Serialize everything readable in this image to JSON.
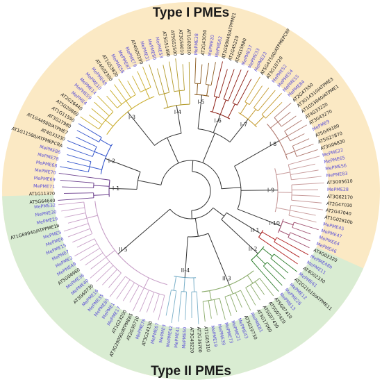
{
  "titles": {
    "top": "Type I PMEs",
    "bottom": "Type II PMEs"
  },
  "colors": {
    "type1_bg": "#fbe9c4",
    "type2_bg": "#d9ecd2",
    "at_label": "#1a1a1a",
    "me_label": "#5b4fd6"
  },
  "clades": [
    {
      "id": "I-1",
      "label": "I-1",
      "color": "#6a3d8c",
      "leaves": [
        "AT5G64640",
        "AT1G11370",
        "MePME71",
        "MePME69",
        "MePME70"
      ]
    },
    {
      "id": "I-2",
      "label": "I-2",
      "color": "#3355cc",
      "leaves": [
        "MePME68",
        "MePME78",
        "MePME86",
        "AT1G11580/ATPMEPCRA",
        "AT4G33230",
        "AT1G44980/ATPME7",
        "AT3G27980",
        "AT1G11590"
      ]
    },
    {
      "id": "I-3",
      "label": "I-3",
      "color": "#c9ac2a",
      "leaves": [
        "AT5G20860",
        "AT2G26440",
        "MePME4",
        "MePME59",
        "MePME14",
        "MePME10",
        "MePME48",
        "AT4G02300",
        "AT1G53830",
        "MePME58",
        "MePME87",
        "MePME79",
        "AT4G00190"
      ]
    },
    {
      "id": "I-4",
      "label": "I-4",
      "color": "#b39a2a",
      "leaves": [
        "MePME31",
        "MePME80",
        "MePME53",
        "AT5G51490",
        "AT5G51500",
        "AT3G59010",
        "AT1G02810"
      ]
    },
    {
      "id": "I-5",
      "label": "I-5",
      "color": "#8a5a1e",
      "leaves": [
        "MePME38",
        "AT2G43050",
        "MePME20",
        "MePME62"
      ]
    },
    {
      "id": "I-6",
      "label": "I-6",
      "color": "#8b1a10",
      "leaves": [
        "AT1G69940/ATPPME1",
        "AT2G45220",
        "AT4G15980",
        "MePME37",
        "MePME33",
        "MePME23"
      ]
    },
    {
      "id": "I-7",
      "label": "I-7",
      "color": "#c49a2e",
      "leaves": [
        "AT5G47500/ATPMEPCRF",
        "AT3G10720",
        "MePME52",
        "MePME54",
        "MePME55",
        "MePME84"
      ]
    },
    {
      "id": "I-8",
      "label": "I-8",
      "color": "#b07a70",
      "leaves": [
        "AT2G47550",
        "AT3G14310/ATPME3",
        "AT1G53840/ATPME1",
        "AT4G33220",
        "AT3G43270",
        "MePME9",
        "AT5G49180",
        "AT5G27870",
        "AT3G06830"
      ]
    },
    {
      "id": "I-9",
      "label": "I-9",
      "color": "#c79a9a",
      "leaves": [
        "MePME22",
        "MePME65",
        "MePME56",
        "MePME83",
        "AT3G05610",
        "MePME28",
        "AT3G62170",
        "AT2G47030",
        "AT2G47040",
        "AT1G02810b",
        "MePME45"
      ]
    },
    {
      "id": "I-10",
      "label": "I-10",
      "color": "#a05070",
      "leaves": [
        "MePME47",
        "MePME64",
        "MePME46",
        "AT4G02320"
      ]
    },
    {
      "id": "II-1",
      "label": "II-1",
      "color": "#b02020",
      "leaves": [
        "MePME48b",
        "MePME11",
        "AT4G02330"
      ]
    },
    {
      "id": "II-2",
      "label": "II-2",
      "color": "#2f7f2f",
      "leaves": [
        "MePME61",
        "AT2G21610/ATPME11",
        "MePME12",
        "MePME26",
        "MePME13"
      ]
    },
    {
      "id": "II-3",
      "label": "II-3",
      "color": "#8aab6a",
      "leaves": [
        "AT5G07410",
        "AT5G07420",
        "AT5G07430",
        "AT3G17060",
        "MePME81",
        "AT5G19730",
        "MePME43",
        "MePME21",
        "MePME73",
        "MePME39",
        "MePME19",
        "AT1G05310"
      ]
    },
    {
      "id": "II-4",
      "label": "II-4",
      "color": "#7bb0c9",
      "leaves": [
        "AT2G36700",
        "AT3G49220",
        "MePME50",
        "MePME41",
        "MePME42",
        "MePME3"
      ]
    },
    {
      "id": "II-5",
      "label": "II-5",
      "color": "#c8a0c8",
      "leaves": [
        "MePME67",
        "AT3G24130",
        "MePME76",
        "AT2G36710",
        "AT3G29090/ATPME65",
        "AT1G23200",
        "MePME17",
        "MePME1",
        "MePME85",
        "MePME35",
        "MePME16",
        "AT3G60730",
        "MePME40",
        "MePME36",
        "AT5G04960",
        "MePME49",
        "MePME2",
        "MePME7",
        "MePME15",
        "MePME6",
        "MePME5",
        "AT1G69940/ATPPME1b",
        "MePME29",
        "MePME30",
        "MePME32"
      ]
    }
  ]
}
